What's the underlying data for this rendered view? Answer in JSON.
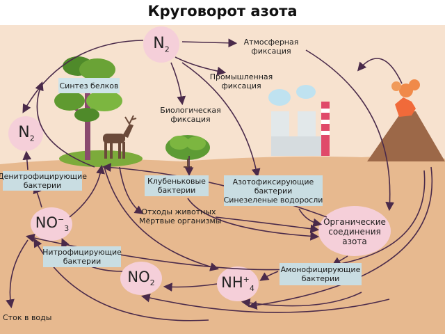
{
  "title": "Круговорот азота",
  "nodes": {
    "n2_top": {
      "main": "N",
      "sub": "2"
    },
    "n2_left": {
      "main": "N",
      "sub": "2"
    },
    "no3": {
      "main": "NO",
      "sup": "−",
      "sub": "3"
    },
    "no2": {
      "main": "NO",
      "sub": "2"
    },
    "nh4": {
      "main": "NH",
      "sup": "+",
      "sub": "4"
    },
    "organic": [
      "Органические",
      "соединения",
      "азота"
    ]
  },
  "labels": {
    "atmospheric": [
      "Атмосферная",
      "фиксация"
    ],
    "industrial": [
      "Промышленная",
      "фиксация"
    ],
    "biological": [
      "Биологическая",
      "фиксация"
    ],
    "protein_synthesis": "Синтез белков",
    "waste": [
      "Отходы животных",
      "Мёртвые организмы"
    ],
    "runoff": "Сток в воды"
  },
  "boxes": {
    "denitrifying": [
      "Денитрофицирующие",
      "бактерии"
    ],
    "nodule": [
      "Клубеньковые",
      "бактерии"
    ],
    "azotobacter": [
      "Азотофиксирующие",
      "бактерии",
      "Синезеленые водоросли"
    ],
    "nitrifying": [
      "Нитрофицирующие",
      "бактерии"
    ],
    "ammonifying": [
      "Амонофицирующие",
      "бактерии"
    ]
  },
  "colors": {
    "sky": "#f7e2cf",
    "soil": "#e7b98f",
    "bubble": "#f5cfd9",
    "box": "#c9dde2",
    "arrow": "#4a2a4a"
  }
}
